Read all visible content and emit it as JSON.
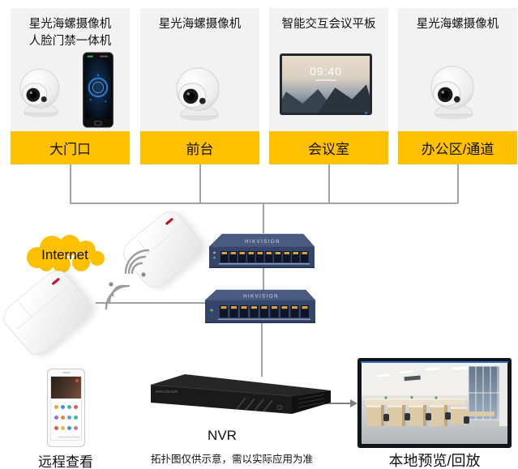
{
  "page": {
    "background": "#ffffff",
    "accent_yellow": "#FFC000",
    "switch_blue": "#35446b",
    "line_gray": "#a3a3a3"
  },
  "cards": [
    {
      "title": "星光海螺摄像机\n人脸门禁一体机",
      "label": "大门口"
    },
    {
      "title": "星光海螺摄像机",
      "label": "前台"
    },
    {
      "title": "智能交互会议平板",
      "label": "会议室"
    },
    {
      "title": "星光海螺摄像机",
      "label": "办公区/通道"
    }
  ],
  "panel": {
    "time": "09:40"
  },
  "internet": {
    "label": "Internet"
  },
  "devices": {
    "switch1": {
      "brand": "HIKVISION"
    },
    "switch2": {
      "brand": "HIKVISION"
    },
    "nvr": {
      "brand": "HIKVISION",
      "label": "NVR"
    }
  },
  "captions": {
    "remote": "远程查看",
    "local": "本地预览/回放",
    "disclaimer": "拓扑图仅供示意，需以实际应用为准"
  }
}
